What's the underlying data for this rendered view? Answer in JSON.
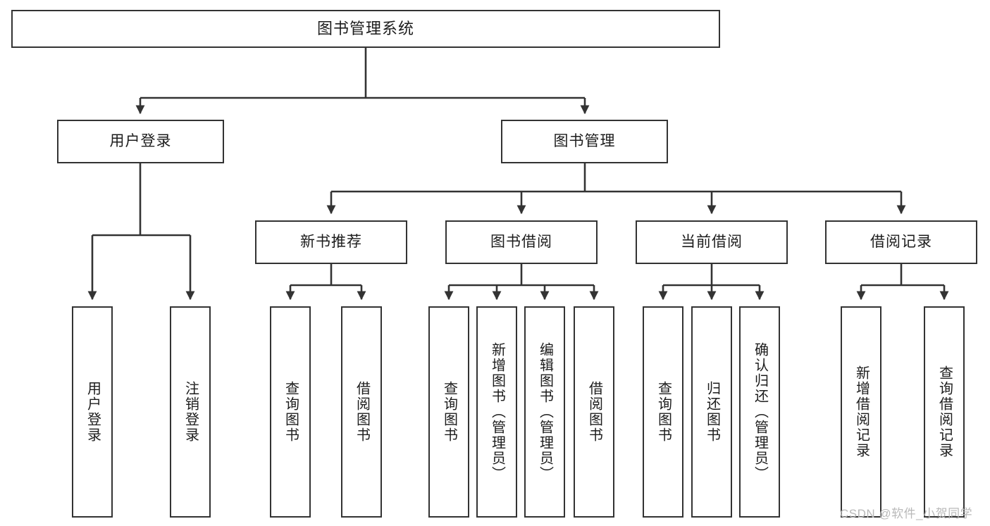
{
  "diagram": {
    "type": "tree-hierarchy",
    "title": "图书管理系统",
    "watermark": "CSDN @软件_小贺同学",
    "colors": {
      "border": "#333333",
      "fill": "#ffffff",
      "edge": "#333333",
      "text": "#1c1c1c",
      "watermark": "#b9b9b9"
    },
    "nodes": {
      "root": {
        "label": "图书管理系统"
      },
      "level2": [
        {
          "id": "user-login",
          "label": "用户登录"
        },
        {
          "id": "book-manage",
          "label": "图书管理"
        }
      ],
      "level3": [
        {
          "id": "new-book-recommend",
          "label": "新书推荐"
        },
        {
          "id": "book-borrow",
          "label": "图书借阅"
        },
        {
          "id": "current-borrow",
          "label": "当前借阅"
        },
        {
          "id": "borrow-record",
          "label": "借阅记录"
        }
      ],
      "leaves": {
        "user-login": [
          {
            "id": "leaf-user-login",
            "label": "用户登录"
          },
          {
            "id": "leaf-user-logout",
            "label": "注销登录"
          }
        ],
        "new-book-recommend": [
          {
            "id": "leaf-query-book-1",
            "label": "查询图书"
          },
          {
            "id": "leaf-borrow-book-1",
            "label": "借阅图书"
          }
        ],
        "book-borrow": [
          {
            "id": "leaf-query-book-2",
            "label": "查询图书"
          },
          {
            "id": "leaf-add-book",
            "label": "新增图书（管理员）"
          },
          {
            "id": "leaf-edit-book",
            "label": "编辑图书（管理员）"
          },
          {
            "id": "leaf-borrow-book-2",
            "label": "借阅图书"
          }
        ],
        "current-borrow": [
          {
            "id": "leaf-query-book-3",
            "label": "查询图书"
          },
          {
            "id": "leaf-return-book",
            "label": "归还图书"
          },
          {
            "id": "leaf-confirm-return",
            "label": "确认归还（管理员）"
          }
        ],
        "borrow-record": [
          {
            "id": "leaf-add-record",
            "label": "新增借阅记录"
          },
          {
            "id": "leaf-query-record",
            "label": "查询借阅记录"
          }
        ]
      }
    }
  }
}
